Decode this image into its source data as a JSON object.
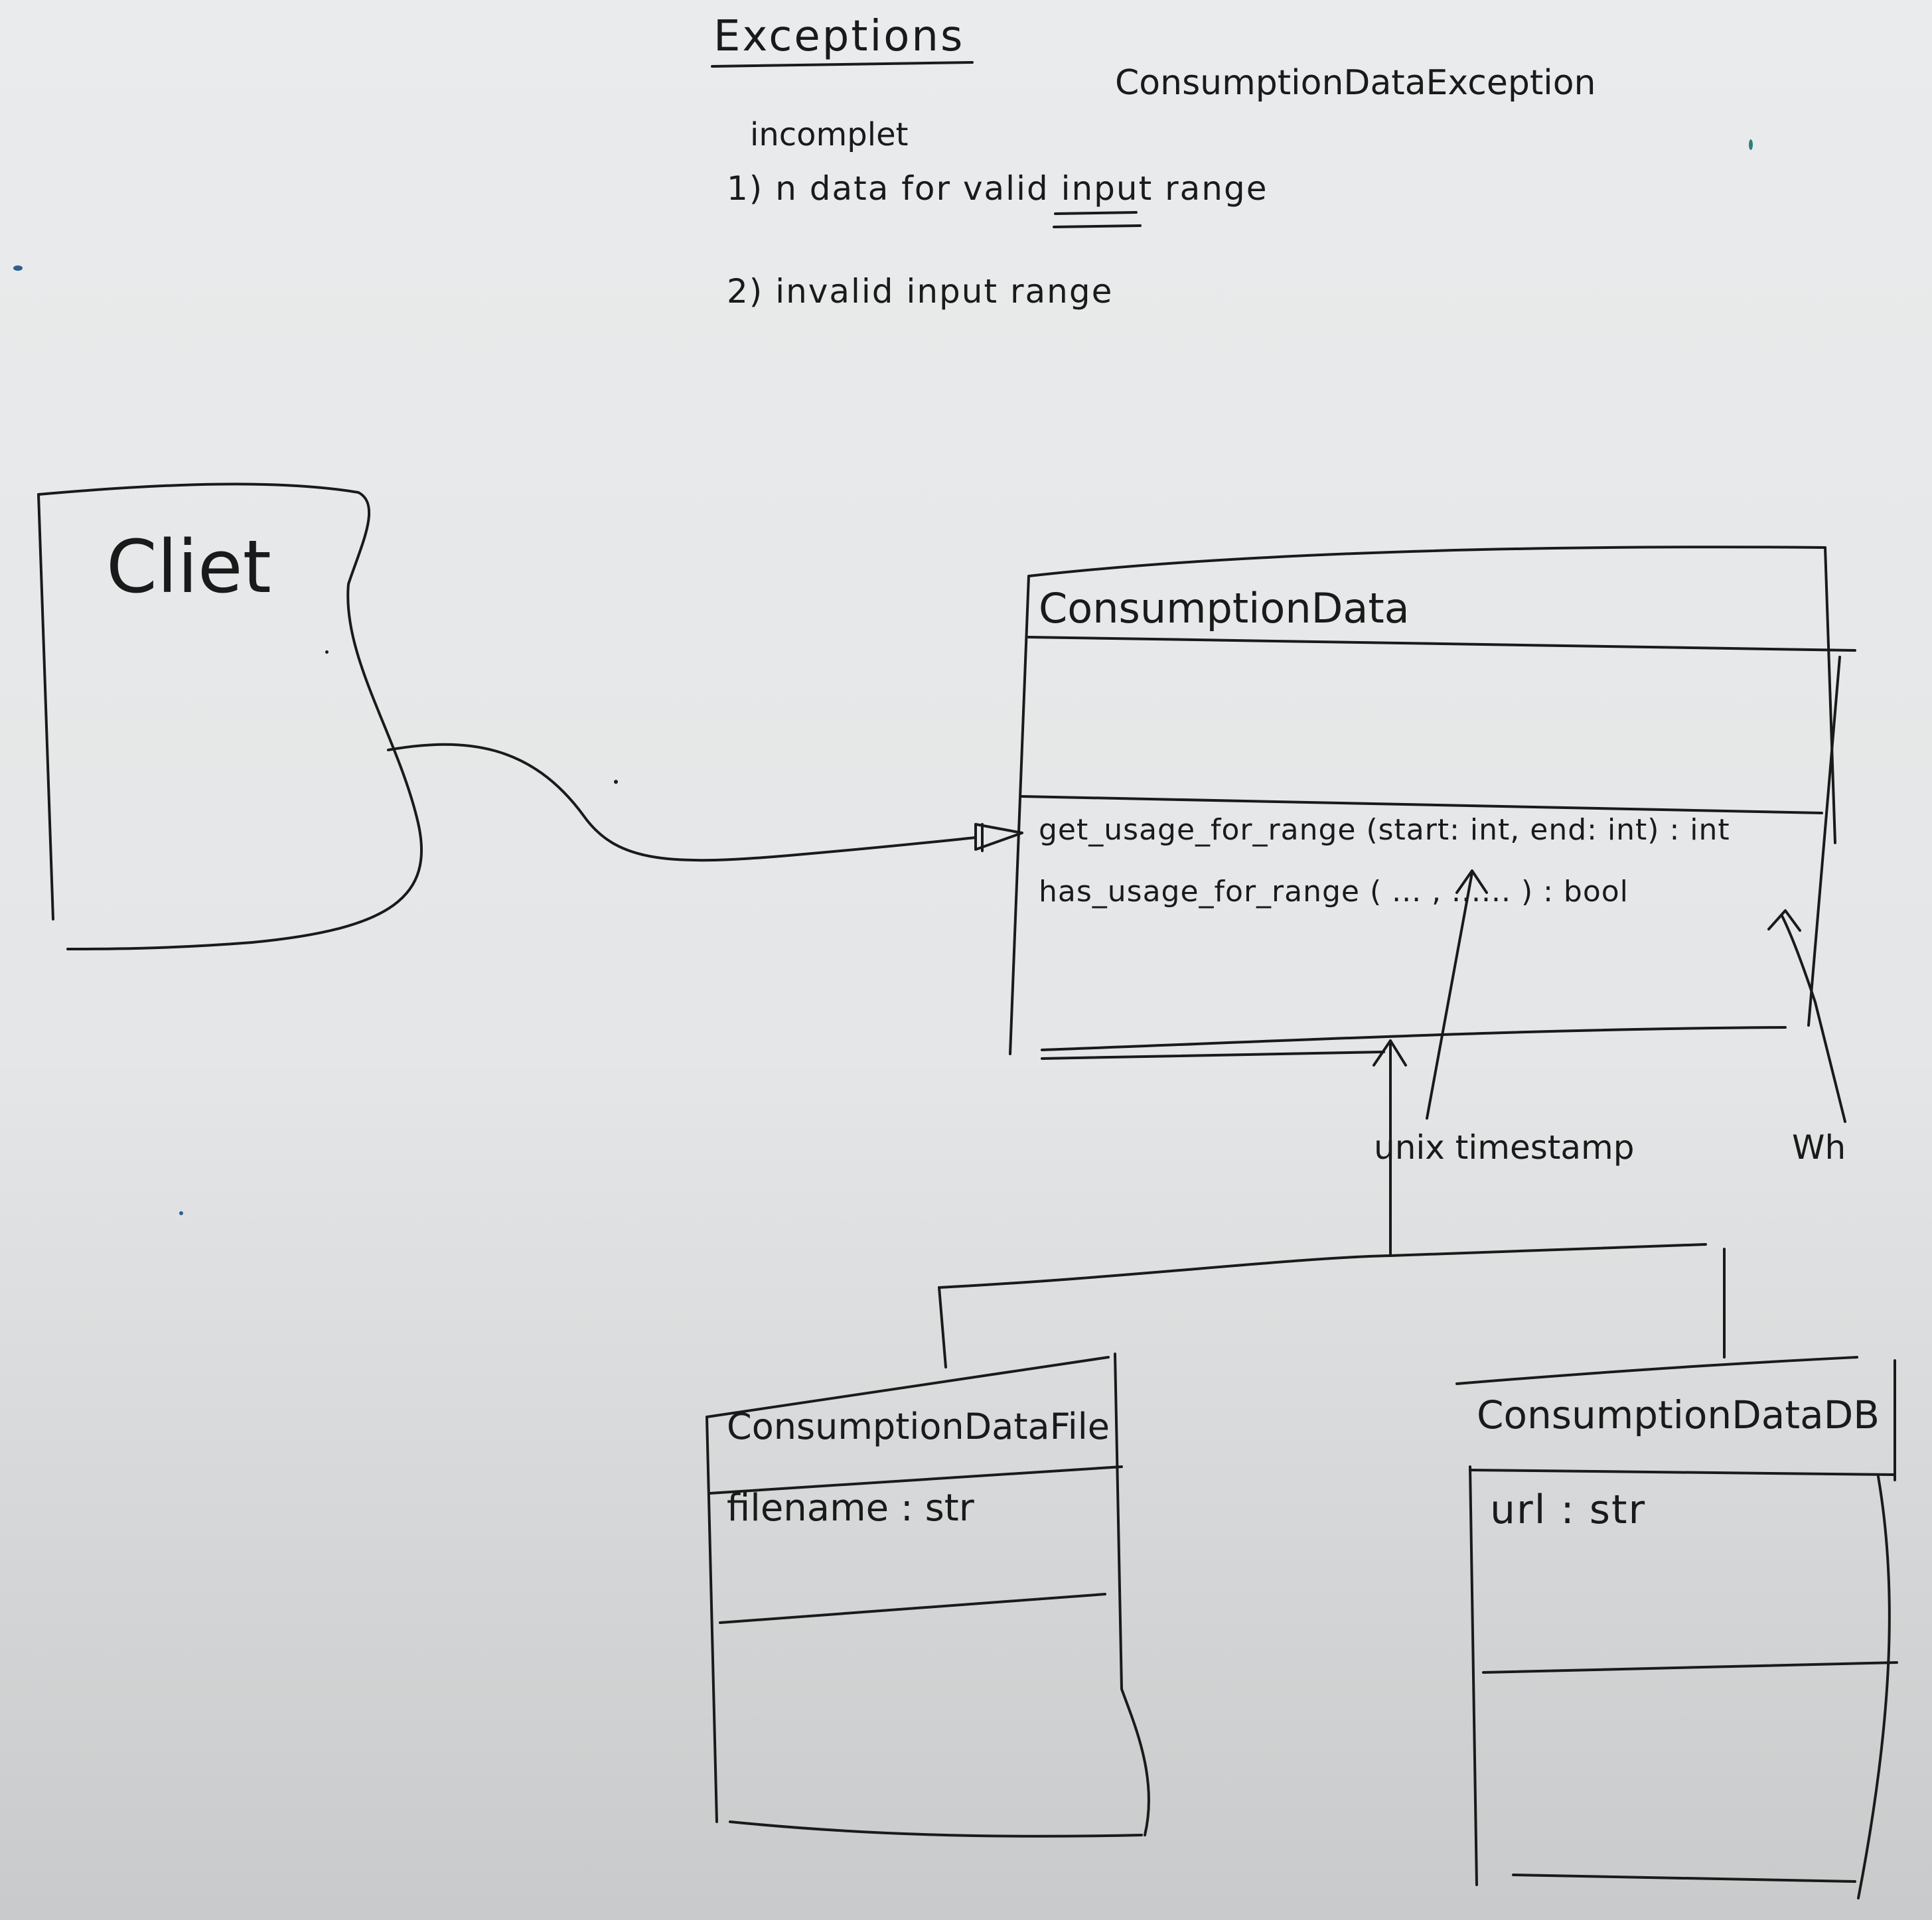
{
  "exceptions": {
    "title": "Exceptions",
    "exception_name": "ConsumptionDataException",
    "category": "incomplet",
    "case_1": "1) n data for valid input range",
    "case_2": "2) invalid input range"
  },
  "client": {
    "label": "Cliet"
  },
  "consumption_data": {
    "name": "ConsumptionData",
    "methods": [
      "get_usage_for_range (start: int, end: int) : int",
      "has_usage_for_range ( ... , ...... ) : bool"
    ],
    "annotation_timestamp": "unix timestamp",
    "annotation_unit": "Wh"
  },
  "consumption_data_file": {
    "name": "ConsumptionDataFile",
    "attributes": [
      "filename : str"
    ]
  },
  "consumption_data_db": {
    "name": "ConsumptionDataDB",
    "attributes": [
      "url : str"
    ]
  },
  "colors": {
    "ink": "#1a1a1a",
    "board": "#e6e8e9",
    "marker_teal": "#2f7f78"
  }
}
